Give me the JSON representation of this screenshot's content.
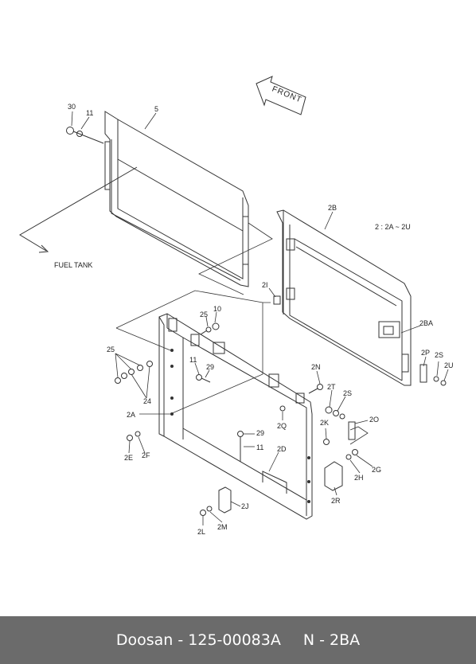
{
  "diagram": {
    "front_label": "FRONT",
    "fuel_tank_label": "FUEL TANK",
    "range_note": "2 : 2A ~ 2U",
    "callouts": {
      "c30": "30",
      "c11a": "11",
      "c5": "5",
      "c2B": "2B",
      "c2I": "2I",
      "c25a": "25",
      "c10": "10",
      "c25b": "25",
      "c24": "24",
      "c11b": "11",
      "c29a": "29",
      "c2A": "2A",
      "c2E": "2E",
      "c2F": "2F",
      "c2Q": "2Q",
      "c29b": "29",
      "c11c": "11",
      "c2D": "2D",
      "c2N": "2N",
      "c2T": "2T",
      "c2S": "2S",
      "c2K": "2K",
      "c2O": "2O",
      "c2G": "2G",
      "c2H": "2H",
      "c2R": "2R",
      "c2J": "2J",
      "c2L": "2L",
      "c2M": "2M",
      "c2BA": "2BA",
      "c2P": "2P",
      "c2S2": "2S",
      "c2U": "2U"
    }
  },
  "footer": {
    "part_text": "Doosan - 125-00083A",
    "ref_text": "N - 2BA"
  }
}
